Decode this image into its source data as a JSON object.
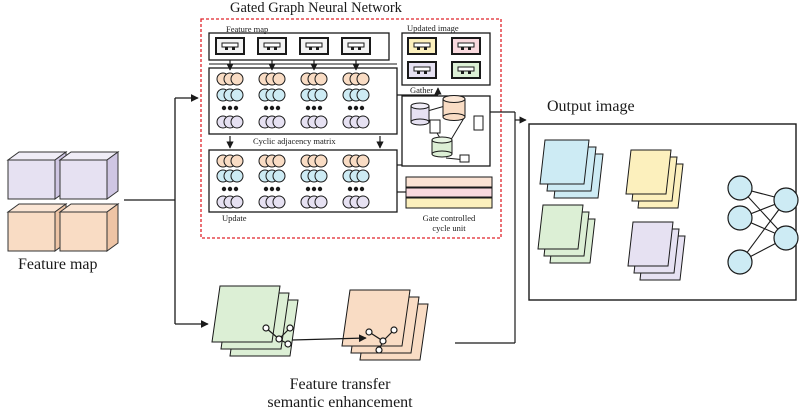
{
  "title": "Gated Graph Neural Network",
  "labels": {
    "feature_map_input": "Feature map",
    "output_image": "Output image",
    "feature_transfer_line1": "Feature transfer",
    "feature_transfer_line2": "semantic enhancement",
    "inner_feature_map": "Feature map",
    "updated_image": "Updated image",
    "gather": "Gather",
    "cyclic_adjacency_matrix": "Cyclic adjacency matrix",
    "update": "Update",
    "gate_controlled_line1": "Gate controlled",
    "gate_controlled_line2": "cycle unit"
  },
  "colors": {
    "purple": "#e6e1f2",
    "orange": "#f9dcc4",
    "cyan": "#cdebf4",
    "green": "#dcefd5",
    "yellow": "#fcf0bd",
    "pink": "#f9d9de",
    "red_border": "#e0242b",
    "line": "#1a1a1a"
  }
}
